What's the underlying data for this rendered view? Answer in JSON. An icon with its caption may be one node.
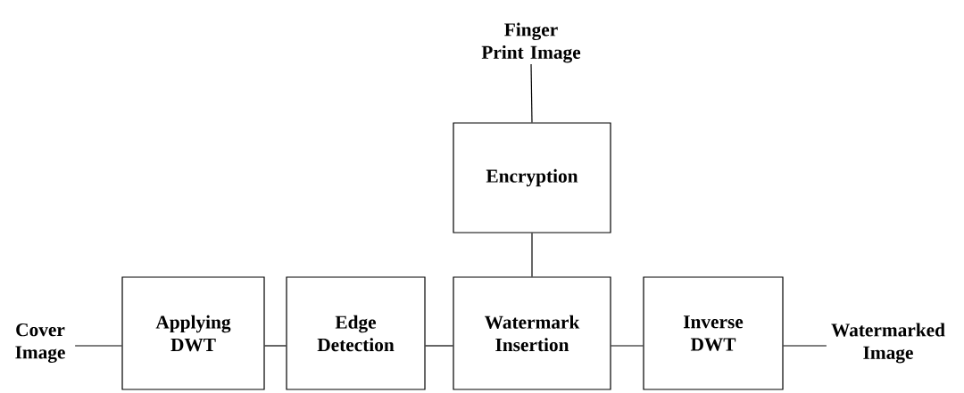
{
  "diagram": {
    "nodes": [
      {
        "text": [
          "Finger Print Image"
        ]
      },
      {
        "text": [
          "Encryption"
        ]
      },
      {
        "text": [
          "Cover Image"
        ]
      },
      {
        "text": [
          "Applying DWT"
        ]
      },
      {
        "text": [
          "Edge Detection"
        ]
      },
      {
        "text": [
          "Watermark Insertion"
        ]
      },
      {
        "text": [
          "Inverse DWT"
        ]
      },
      {
        "text": [
          "Watermarked Image"
        ]
      }
    ],
    "edges": [
      {
        "from": 0,
        "to": 1,
        "arrow": "none"
      },
      {
        "from": 1,
        "to": 5,
        "arrow": "none"
      },
      {
        "from": 2,
        "to": 3,
        "arrow": "none"
      },
      {
        "from": 3,
        "to": 4,
        "arrow": "none"
      },
      {
        "from": 4,
        "to": 5,
        "arrow": "none"
      },
      {
        "from": 5,
        "to": 6,
        "arrow": "none"
      },
      {
        "from": 6,
        "to": 7,
        "arrow": "none"
      }
    ]
  }
}
